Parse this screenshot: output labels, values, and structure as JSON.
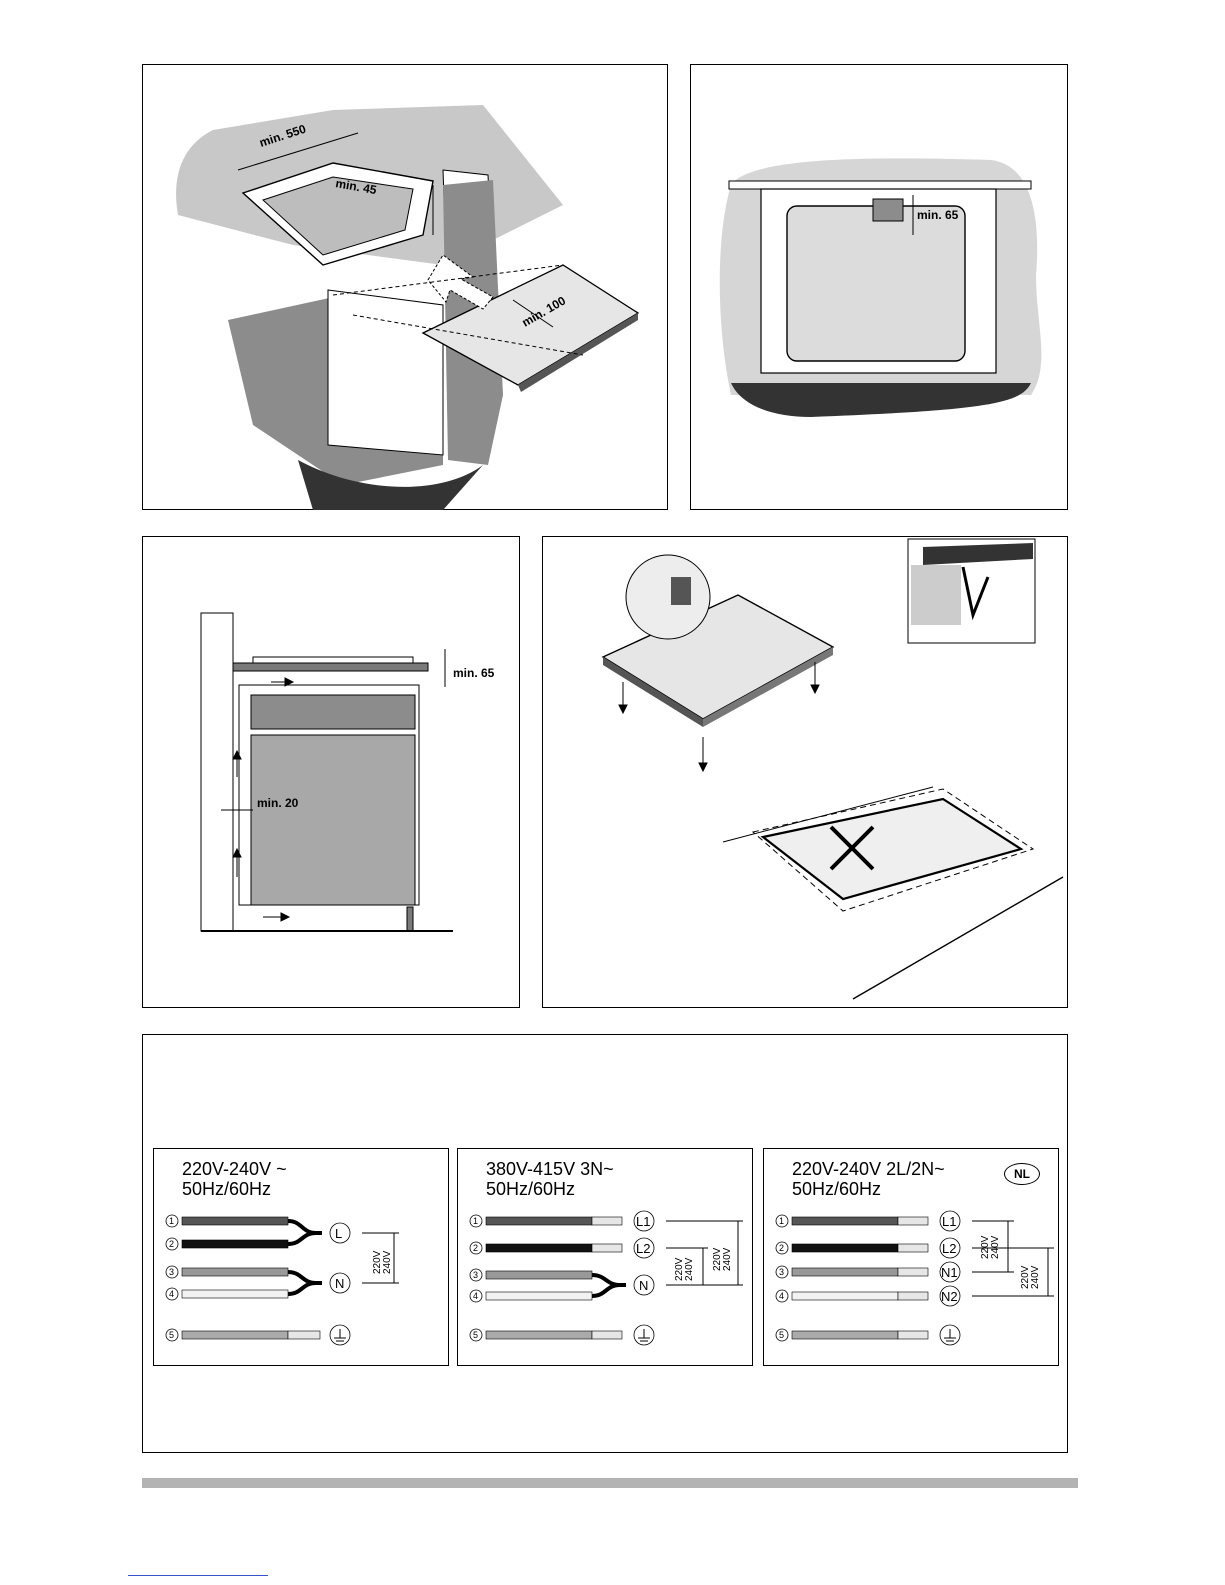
{
  "fig1": {
    "dims": [
      "min. 550",
      "min. 45",
      "min. 100"
    ]
  },
  "fig2": {
    "dims": [
      "min. 65"
    ]
  },
  "fig3": {
    "dims": [
      "min. 65",
      "min. 20"
    ]
  },
  "wiring": [
    {
      "title_line1": "220V-240V ~",
      "title_line2": "50Hz/60Hz",
      "numbers": [
        "1",
        "2",
        "3",
        "4",
        "5"
      ],
      "terminals": [
        "L",
        "N"
      ],
      "voltages": [
        "220V",
        "240V"
      ]
    },
    {
      "title_line1": "380V-415V 3N~",
      "title_line2": "50Hz/60Hz",
      "numbers": [
        "1",
        "2",
        "3",
        "4",
        "5"
      ],
      "terminals": [
        "L1",
        "L2",
        "N"
      ],
      "voltages": [
        "220V",
        "240V",
        "220V",
        "240V"
      ]
    },
    {
      "title_line1": "220V-240V 2L/2N~",
      "title_line2": "50Hz/60Hz",
      "badge": "NL",
      "numbers": [
        "1",
        "2",
        "3",
        "4",
        "5"
      ],
      "terminals": [
        "L1",
        "L2",
        "N1",
        "N2"
      ],
      "voltages": [
        "220V",
        "240V",
        "220V",
        "240V"
      ]
    }
  ],
  "icons": [
    "ground-icon",
    "wire-icon",
    "arrow-icon",
    "cross-icon"
  ],
  "colors": {
    "wire_dark": "#555555",
    "wire_black": "#111111",
    "wire_grey": "#999999",
    "wire_light": "#f2f2f2",
    "shade": "#7a7a7a",
    "shade_light": "#c8c8c8"
  }
}
